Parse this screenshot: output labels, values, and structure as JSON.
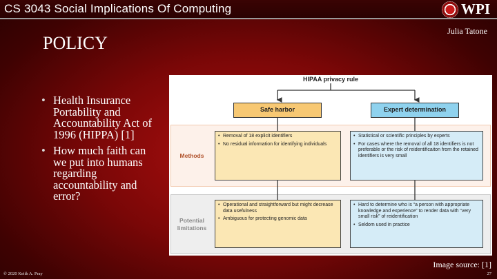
{
  "header": {
    "course_title": "CS 3043 Social Implications Of Computing",
    "logo_text": "WPI",
    "logo_icon": "wpi-seal-icon"
  },
  "slide": {
    "author": "Julia Tatone",
    "title": "POLICY",
    "bullets": [
      "Health Insurance Portability and Accountability Act of 1996 (HIPPA) [1]",
      "How much faith can we put into humans regarding accountability and error?"
    ],
    "image_source": "Image source: [1]"
  },
  "figure": {
    "title": "HIPAA privacy rule",
    "headers": {
      "safe_harbor": "Safe harbor",
      "expert": "Expert  determination"
    },
    "row_labels": {
      "methods": "Methods",
      "limitations": "Potential limitations"
    },
    "safe_methods": [
      "Removal of 18 explicit identifiers",
      "No residual information for identifying individuals"
    ],
    "expert_methods": [
      "Statistical or scientific principles by experts",
      "For cases where the removal of all 18 identifiers is not preferable or the risk of reidentificaiton from the retained identifiers is very small"
    ],
    "safe_limits": [
      "Operational and straightforward but might decrease data usefulness",
      "Ambiguous for protecting genomic data"
    ],
    "expert_limits": [
      "Hard to determine who is “a person with appropriate knowledge and experience” to render data with “very small risk” of reidentification",
      "Seldom used in practice"
    ],
    "colors": {
      "safe": "#f7c873",
      "expert": "#8fd2ee",
      "methods_band": "#fdf1ea",
      "limits_band": "#eeeeee"
    }
  },
  "footer": {
    "copyright": "© 2020 Keith A. Pray",
    "page_number": "27"
  }
}
